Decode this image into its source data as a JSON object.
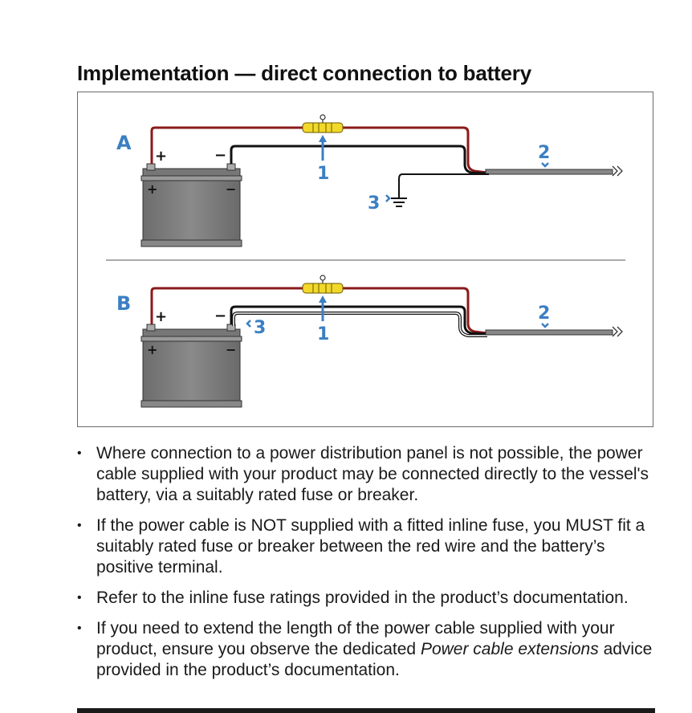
{
  "title": "Implementation — direct connection to battery",
  "diagram": {
    "panel_a_label": "A",
    "panel_b_label": "B",
    "plus": "+",
    "minus": "−",
    "callout_1": "1",
    "callout_2": "2",
    "callout_3": "3",
    "colors": {
      "callout": "#3b7fc4",
      "red_wire": "#8b1a1a",
      "battery": "#7a7a7a",
      "fuse": "#f2d82a"
    }
  },
  "bullets": [
    "Where connection to a power distribution panel is not possible, the power cable supplied with your product may be connected directly to the vessel's battery, via a suitably rated fuse or breaker.",
    "If the power cable is NOT supplied with a fitted inline fuse, you MUST fit a suitably rated fuse or breaker between the red wire and the battery’s positive terminal.",
    "Refer to the inline fuse ratings provided in the product’s documentation."
  ],
  "bullet4": {
    "before": "If you need to extend the length of the power cable supplied with your product, ensure you observe the dedicated ",
    "em": "Power cable extensions",
    "after": " advice provided in the product’s documentation."
  }
}
